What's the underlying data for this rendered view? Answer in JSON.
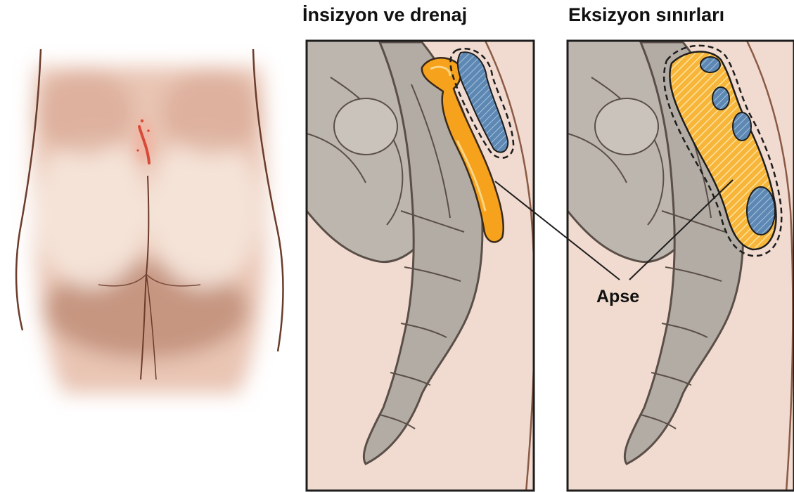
{
  "titles": {
    "incision_drainage": "İnsizyon ve drenaj",
    "excision_margins": "Eksizyon sınırları"
  },
  "labels": {
    "abscess": "Apse"
  },
  "colors": {
    "skin": "#f3dcd0",
    "skin_shadow": "#c79b85",
    "bone": "#bdb6ae",
    "bone_outline": "#5a4f48",
    "abscess_fill": "#f6a21c",
    "abscess_hatch": "#fcd374",
    "tract_blue": "#5d88b4",
    "wound_red": "#d84a38",
    "panel_border": "#1d1d1d"
  }
}
